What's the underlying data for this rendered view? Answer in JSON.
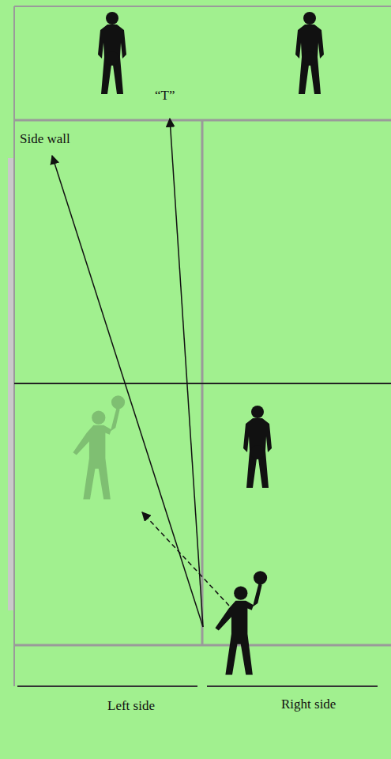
{
  "diagram": {
    "labels": [
      "Side wall",
      "“T”",
      "Left side",
      "Right side"
    ]
  }
}
